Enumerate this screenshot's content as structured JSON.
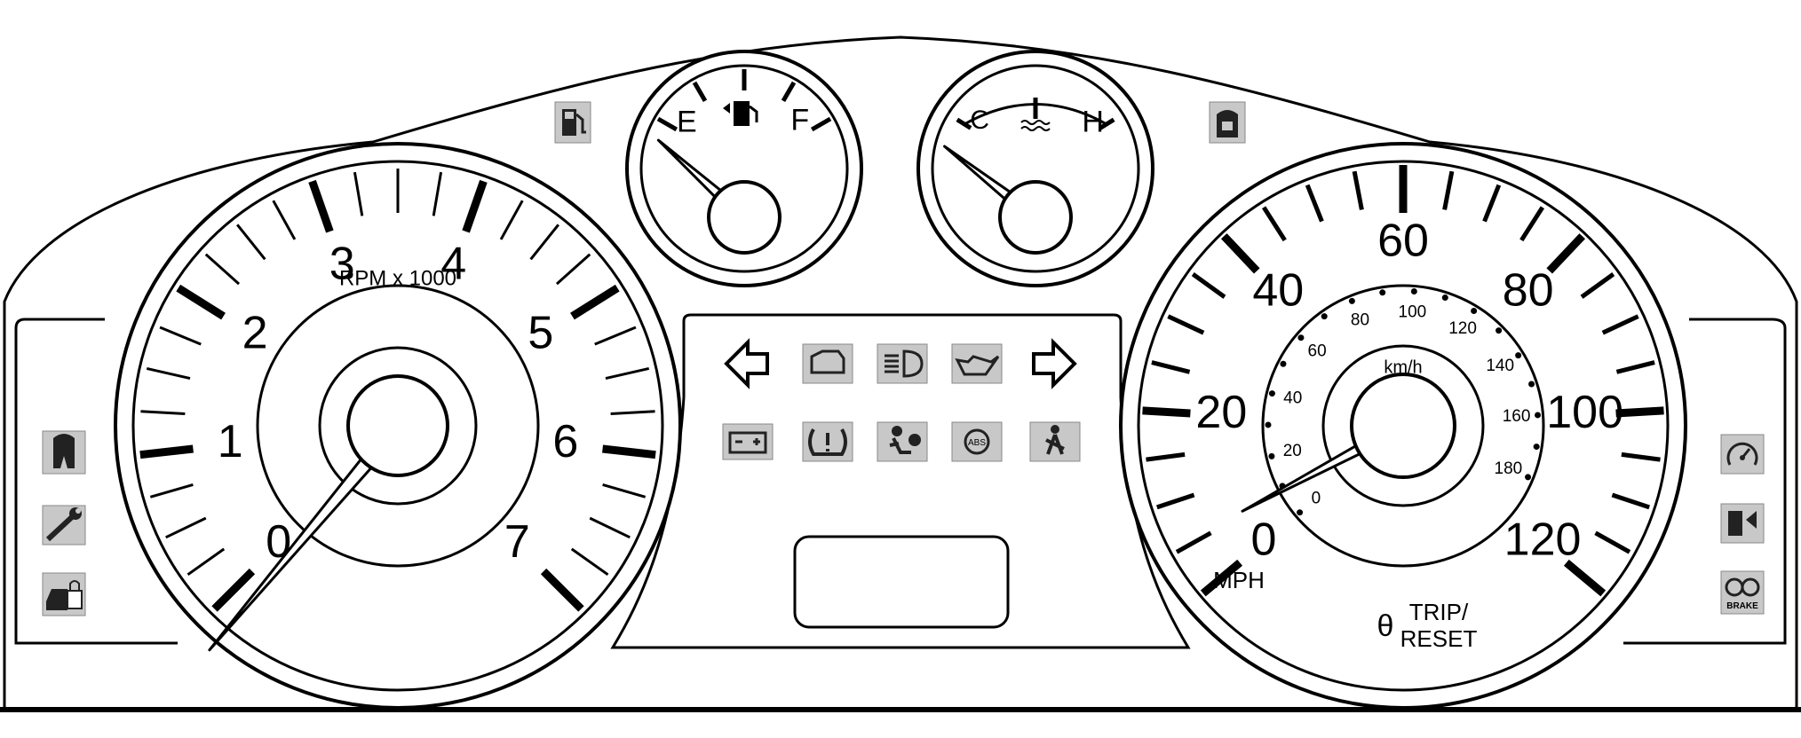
{
  "tachometer": {
    "unit_label": "RPM x 1000",
    "numbers": [
      "0",
      "1",
      "2",
      "3",
      "4",
      "5",
      "6",
      "7"
    ]
  },
  "speedometer": {
    "mph_numbers": [
      "0",
      "20",
      "40",
      "60",
      "80",
      "100",
      "120"
    ],
    "kmh_numbers": [
      "0",
      "20",
      "40",
      "60",
      "80",
      "100",
      "120",
      "140",
      "160",
      "180"
    ],
    "unit_mph": "MPH",
    "unit_kmh": "km/h",
    "trip_reset_line1": "TRIP/",
    "trip_reset_line2": "RESET",
    "trip_reset_glyph": "θ"
  },
  "fuel_gauge": {
    "full_label": "F",
    "empty_label": "E"
  },
  "temp_gauge": {
    "hot_label": "H",
    "cold_label": "C"
  },
  "warning_lights": {
    "row1": [
      "left-turn-signal-icon",
      "check-engine-icon",
      "high-beam-icon",
      "oil-pressure-icon",
      "right-turn-signal-icon"
    ],
    "row2": [
      "battery-charge-icon",
      "tire-pressure-icon",
      "airbag-icon",
      "abs-icon",
      "seatbelt-icon"
    ]
  },
  "side_indicators": {
    "left": [
      "traction-control-icon",
      "service-wrench-icon",
      "anti-theft-icon"
    ],
    "right": [
      "cruise-control-icon",
      "transmission-icon",
      "brake-icon"
    ],
    "brake_text": "BRAKE",
    "abs_text": "ABS"
  }
}
